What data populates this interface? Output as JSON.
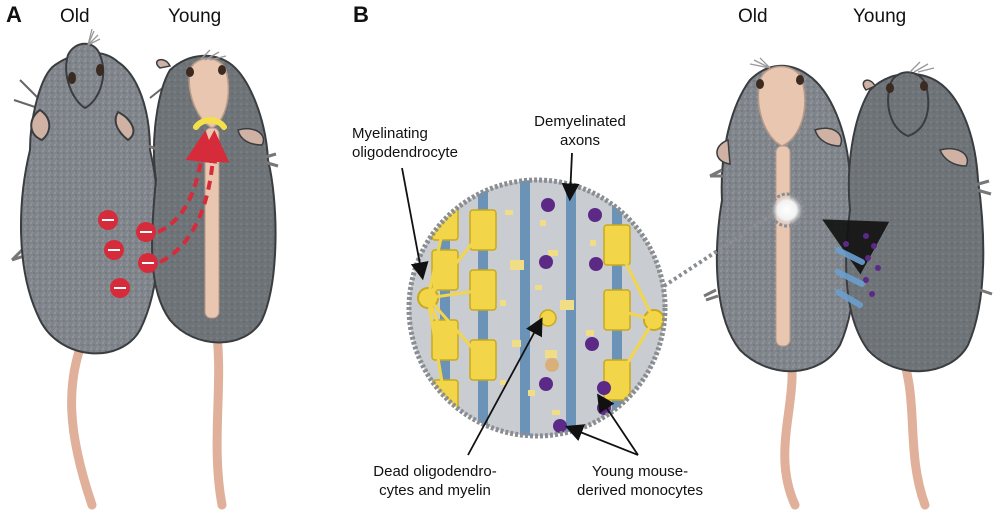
{
  "panel_a": {
    "label": "A",
    "old_label": "Old",
    "young_label": "Young"
  },
  "panel_b": {
    "label": "B",
    "old_label": "Old",
    "young_label": "Young",
    "callouts": {
      "myelinating": [
        "Myelinating",
        "oligodendrocyte"
      ],
      "demyelinated": [
        "Demyelinated",
        "axons"
      ],
      "dead": [
        "Dead oligodendro-",
        "cytes and myelin"
      ],
      "monocytes": [
        "Young mouse-",
        "derived monocytes"
      ]
    }
  },
  "colors": {
    "fur": "#7d8288",
    "fur_dark": "#5f6368",
    "skin": "#e9c6b0",
    "tail": "#e0b09a",
    "red_cell": "#d62b3a",
    "myelin": "#f3d54a",
    "axon": "#6b93b8",
    "monocyte": "#5c2a86",
    "inset_bg": "#c9cdd2"
  }
}
